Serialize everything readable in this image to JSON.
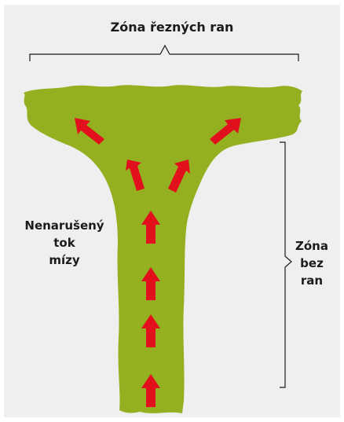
{
  "labels": {
    "top": "Zóna řezných ran",
    "left_line1": "Nenarušený",
    "left_line2": "tok",
    "left_line3": "mízy",
    "right_line1": "Zóna",
    "right_line2": "bez",
    "right_line3": "ran"
  },
  "colors": {
    "background": "#efefef",
    "plant": "#94b020",
    "arrows": "#e20f1c",
    "lines": "#1b1b1b"
  }
}
